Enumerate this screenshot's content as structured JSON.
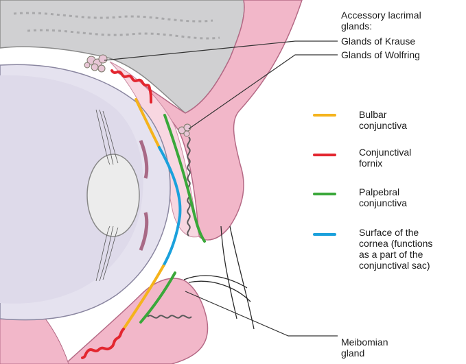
{
  "annotations": {
    "header": "Accessory lacrimal\nglands:",
    "glands_krause": "Glands of Krause",
    "glands_wolfring": "Glands of Wolfring",
    "meibomian": "Meibomian\ngland"
  },
  "legend": {
    "items": [
      {
        "label": "Bulbar\nconjunctiva",
        "color": "#f5b31c"
      },
      {
        "label": "Conjunctival\nfornix",
        "color": "#e3262f"
      },
      {
        "label": "Palpebral\nconjunctiva",
        "color": "#3aa83a"
      },
      {
        "label": "Surface of the\ncornea (functions\nas a part of the\nconjunctival sac)",
        "color": "#1ba1dc"
      }
    ]
  },
  "colors": {
    "skin_pink": "#f0b8c8",
    "tissue_light": "#f7d6df",
    "bone_gray": "#cfcfd1",
    "eyeball_lavender": "#e4e1ee"
  }
}
